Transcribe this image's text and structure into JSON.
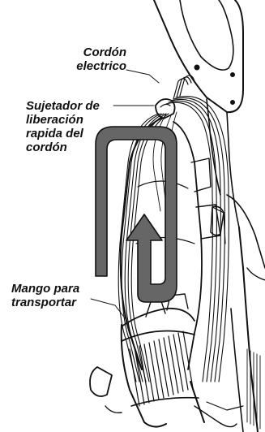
{
  "labels": {
    "cord": "Cordón\nelectrico",
    "release_clip": "Sujetador de\nliberación\nrapida del\ncordón",
    "handle": "Mango para\ntransportar"
  },
  "colors": {
    "ink": "#111111",
    "arrow_fill": "#666666",
    "background": "#ffffff"
  }
}
